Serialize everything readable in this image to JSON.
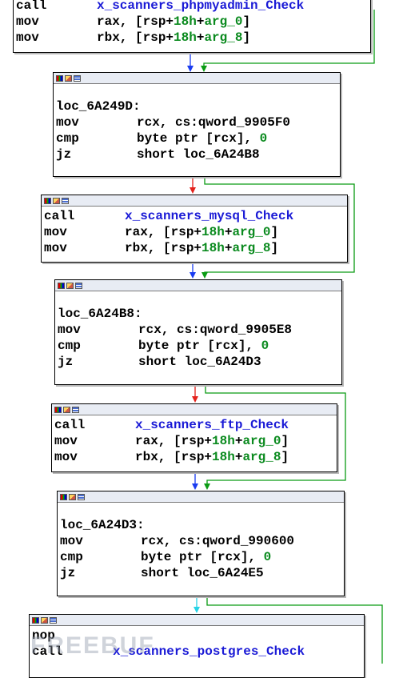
{
  "colors": {
    "edge_unconditional": "#1a3cf0",
    "edge_true": "#0b9c14",
    "edge_false": "#e4211b",
    "edge_next": "#27d3e6",
    "function_name": "#1a1ad6",
    "number": "#0a8a1e"
  },
  "title_bar_icons": [
    "color-palette-icon",
    "graph-view-icon",
    "text-view-icon"
  ],
  "blocks": [
    {
      "lines": [
        {
          "mn": "call",
          "ops": [
            {
              "t": "x_scanners_phpmyadmin_Check",
              "c": "fn"
            }
          ]
        },
        {
          "mn": "mov",
          "ops": [
            {
              "t": "rax, [rsp+"
            },
            {
              "t": "18h",
              "c": "num"
            },
            {
              "t": "+"
            },
            {
              "t": "arg_0",
              "c": "num"
            },
            {
              "t": "]"
            }
          ]
        },
        {
          "mn": "mov",
          "ops": [
            {
              "t": "rbx, [rsp+"
            },
            {
              "t": "18h",
              "c": "num"
            },
            {
              "t": "+"
            },
            {
              "t": "arg_8",
              "c": "num"
            },
            {
              "t": "]"
            }
          ]
        }
      ]
    },
    {
      "label": "loc_6A249D:",
      "lines": [
        {
          "mn": "mov",
          "ops": [
            {
              "t": "rcx, cs:qword_9905F0"
            }
          ]
        },
        {
          "mn": "cmp",
          "ops": [
            {
              "t": "byte ptr [rcx], "
            },
            {
              "t": "0",
              "c": "num"
            }
          ]
        },
        {
          "mn": "jz",
          "ops": [
            {
              "t": "short loc_6A24B8"
            }
          ]
        }
      ]
    },
    {
      "lines": [
        {
          "mn": "call",
          "ops": [
            {
              "t": "x_scanners_mysql_Check",
              "c": "fn"
            }
          ]
        },
        {
          "mn": "mov",
          "ops": [
            {
              "t": "rax, [rsp+"
            },
            {
              "t": "18h",
              "c": "num"
            },
            {
              "t": "+"
            },
            {
              "t": "arg_0",
              "c": "num"
            },
            {
              "t": "]"
            }
          ]
        },
        {
          "mn": "mov",
          "ops": [
            {
              "t": "rbx, [rsp+"
            },
            {
              "t": "18h",
              "c": "num"
            },
            {
              "t": "+"
            },
            {
              "t": "arg_8",
              "c": "num"
            },
            {
              "t": "]"
            }
          ]
        }
      ]
    },
    {
      "label": "loc_6A24B8:",
      "lines": [
        {
          "mn": "mov",
          "ops": [
            {
              "t": "rcx, cs:qword_9905E8"
            }
          ]
        },
        {
          "mn": "cmp",
          "ops": [
            {
              "t": "byte ptr [rcx], "
            },
            {
              "t": "0",
              "c": "num"
            }
          ]
        },
        {
          "mn": "jz",
          "ops": [
            {
              "t": "short loc_6A24D3"
            }
          ]
        }
      ]
    },
    {
      "lines": [
        {
          "mn": "call",
          "ops": [
            {
              "t": "x_scanners_ftp_Check",
              "c": "fn"
            }
          ]
        },
        {
          "mn": "mov",
          "ops": [
            {
              "t": "rax, [rsp+"
            },
            {
              "t": "18h",
              "c": "num"
            },
            {
              "t": "+"
            },
            {
              "t": "arg_0",
              "c": "num"
            },
            {
              "t": "]"
            }
          ]
        },
        {
          "mn": "mov",
          "ops": [
            {
              "t": "rbx, [rsp+"
            },
            {
              "t": "18h",
              "c": "num"
            },
            {
              "t": "+"
            },
            {
              "t": "arg_8",
              "c": "num"
            },
            {
              "t": "]"
            }
          ]
        }
      ]
    },
    {
      "label": "loc_6A24D3:",
      "lines": [
        {
          "mn": "mov",
          "ops": [
            {
              "t": "rcx, cs:qword_990600"
            }
          ]
        },
        {
          "mn": "cmp",
          "ops": [
            {
              "t": "byte ptr [rcx], "
            },
            {
              "t": "0",
              "c": "num"
            }
          ]
        },
        {
          "mn": "jz",
          "ops": [
            {
              "t": "short loc_6A24E5"
            }
          ]
        }
      ]
    },
    {
      "lines": [
        {
          "mn": "nop",
          "ops": []
        },
        {
          "mn": "call",
          "ops": [
            {
              "t": "x_scanners_postgres_Check",
              "c": "fn"
            }
          ]
        }
      ]
    }
  ],
  "watermark": "FREEBUF"
}
